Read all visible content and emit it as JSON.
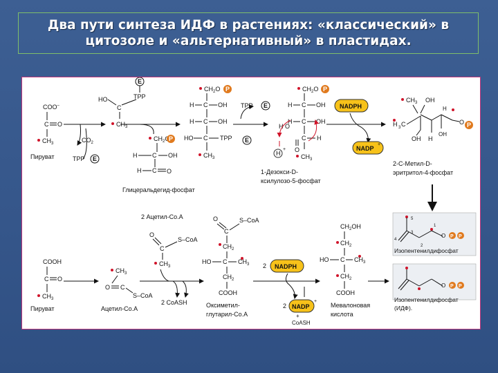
{
  "title": {
    "line1": "Два пути синтеза ИДФ в растениях: «классический» в",
    "line2": "цитозоле и «альтернативный» в пластидах."
  },
  "top_pathway": {
    "pyruvate": {
      "cooh": "COO",
      "minus": "–",
      "c": "C",
      "o": "O",
      "ch3": "CH",
      "sub3": "3",
      "name": "Пируват"
    },
    "co2": "CO",
    "co2_sub": "2",
    "tpp": "TPP",
    "e": "E",
    "tpp_adduct": {
      "ho": "HO",
      "c": "C",
      "ch3": "CH",
      "sub3": "3",
      "tpp": "TPP",
      "e": "E"
    },
    "glyceraldehyde": {
      "ch2o": "CH",
      "sub2": "2",
      "o": "O",
      "p": "P",
      "h": "H",
      "oh": "OH",
      "c": "C",
      "name": "Глицеральдегид-фосфат"
    },
    "intermediate": {
      "ch2o": "CH",
      "p": "P",
      "h": "H",
      "oh": "OH",
      "ho": "HO",
      "c": "C",
      "tpp": "TPP",
      "e": "E",
      "ch3": "CH"
    },
    "dxp": {
      "h": "H",
      "o": "O",
      "oh": "OH",
      "c": "C",
      "ch3": "CH",
      "name_line1": "1-Дезокси-D-",
      "name_line2": "ксилулозо-5-фосфат"
    },
    "nadph": "NADPH",
    "nadp": "NADP",
    "nadp_plus": "+",
    "proton": "H",
    "mep": {
      "ch3": "CH",
      "oh": "OH",
      "h3c": "H C",
      "p": "P",
      "name_line1": "2-С-Метил-D-",
      "name_line2": "эритритол-4-фосфат"
    }
  },
  "bottom_pathway": {
    "two_acetyl_coa": "2 Ацетил-Co.A",
    "pyruvate_name": "Пируват",
    "acetyl_coa_name": "Ацетил-Co.A",
    "coash": "2 CoASH",
    "hmg_name_line1": "Оксиметил-",
    "hmg_name_line2": "глутарил-Co.A",
    "mevalonate_name_line1": "Мевалоновая",
    "mevalonate_name_line2": "кислота",
    "nadph": "NADPH",
    "nadp": "NADP",
    "two": "2",
    "coash_single": "CoASH",
    "s_coa": "S–CoA",
    "cooh": "COOH",
    "ch2oh": "CH OH",
    "ipp_name": "Изопентенилдифосфат",
    "ipp_name_line1": "Изопентенилдифосфат",
    "ipp_name_line2": "(ИДФ)."
  },
  "colors": {
    "red_dot": "#d0142a",
    "orange_p": "#e07a1e",
    "nadph_fill": "#f7c21a",
    "panel_border": "#c0337a",
    "title_border": "#7fbf6a"
  }
}
